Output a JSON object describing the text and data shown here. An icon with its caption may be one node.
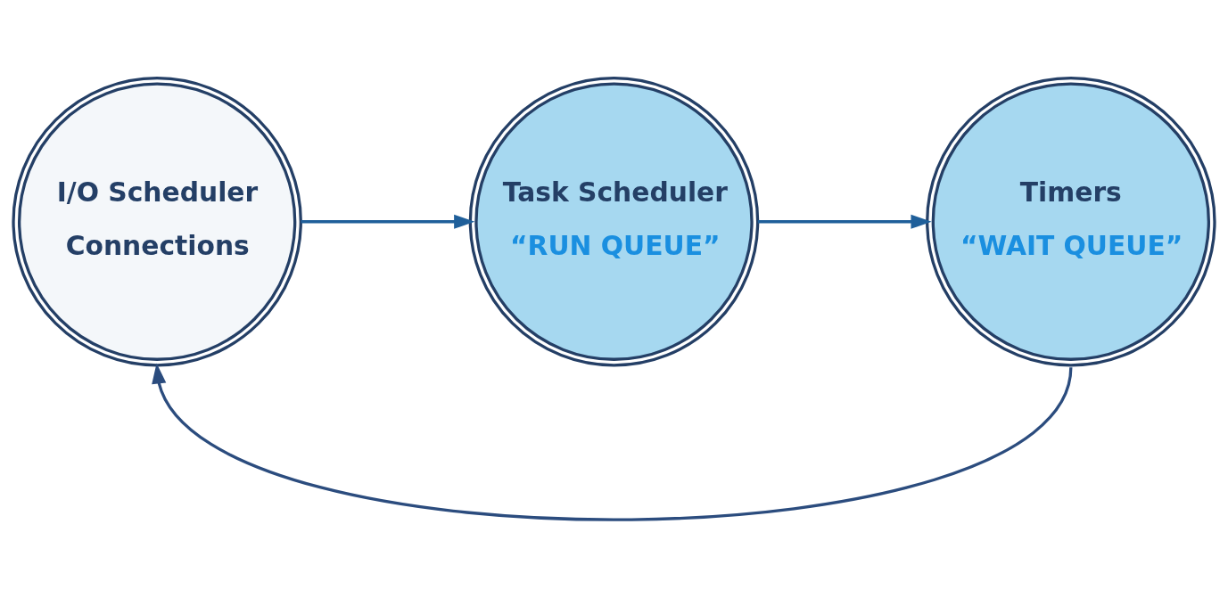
{
  "diagram": {
    "nodes": [
      {
        "text": [
          "I/O Scheduler",
          "Connections"
        ]
      },
      {
        "text": [
          "Task Scheduler",
          "“RUN QUEUE”"
        ]
      },
      {
        "text": [
          "Timers",
          "“WAIT QUEUE”"
        ]
      }
    ],
    "edges": [
      {
        "from": 0,
        "to": 1,
        "arrow": "to"
      },
      {
        "from": 1,
        "to": 2,
        "arrow": "to"
      },
      {
        "from": 2,
        "to": 0,
        "arrow": "to",
        "color": "#2b4c7e"
      }
    ]
  }
}
